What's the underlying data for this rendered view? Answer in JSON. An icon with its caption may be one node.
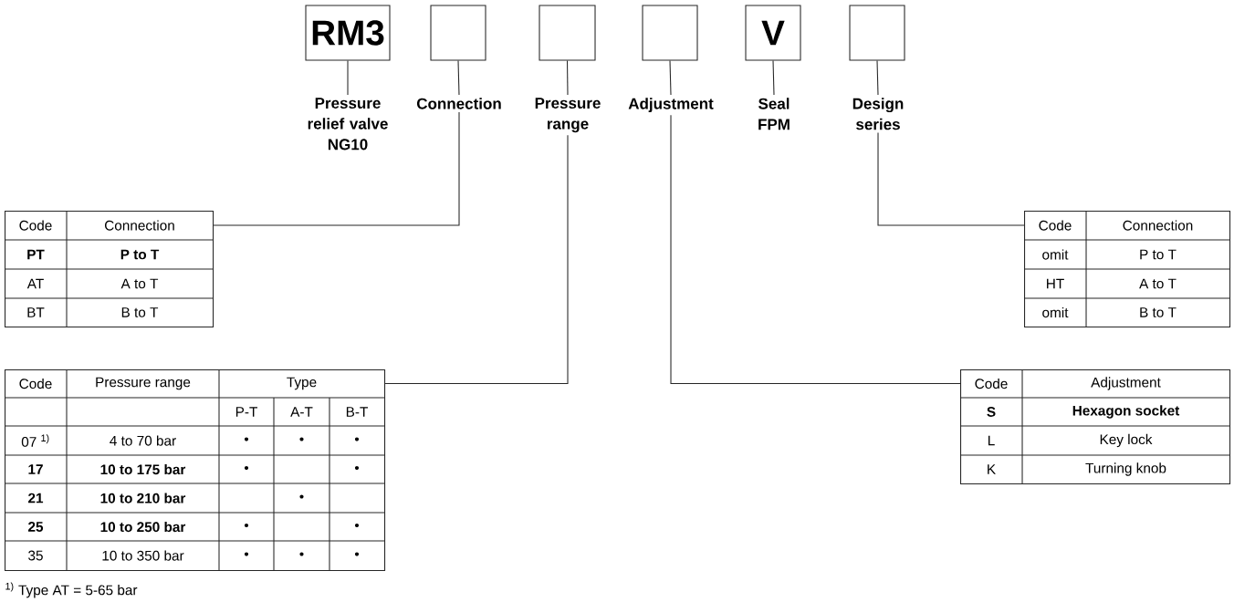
{
  "diagram": {
    "nodes": [
      {
        "text": [
          "RM3"
        ]
      },
      {
        "text": [],
        "shape": "box"
      },
      {
        "text": [],
        "shape": "box"
      },
      {
        "text": [],
        "shape": "box"
      },
      {
        "text": [
          "V"
        ]
      },
      {
        "text": [],
        "shape": "box"
      },
      {
        "text": [
          "Pressure relief valve NG10"
        ]
      },
      {
        "text": [
          "Connection"
        ]
      },
      {
        "text": [
          "Pressure range"
        ]
      },
      {
        "text": [
          "Adjustment"
        ]
      },
      {
        "text": [
          "Seal FPM"
        ]
      },
      {
        "text": [
          "Design series"
        ]
      },
      {
        "text": [
          "Code",
          "Connection",
          "**PT**",
          "**P to T**",
          "AT",
          "A to T",
          "BT",
          "B to T"
        ]
      },
      {
        "text": [
          "Code",
          "Connection",
          "omit",
          "P to T",
          "HT",
          "A to T",
          "omit",
          "B to T"
        ]
      },
      {
        "text": [
          "Code",
          "Pressure range",
          "Type",
          "P-T",
          "A-T",
          "B-T",
          "07 $^{1)}$",
          "4 to 70 bar",
          "•",
          "•",
          "•",
          "**17**",
          "**10 to 175 bar**",
          "•",
          "•",
          "**21**",
          "**10 to 210 bar**",
          "•",
          "**25**",
          "**10 to 250 bar**",
          "•",
          "•",
          "35",
          "10 to 350 bar",
          "•",
          "•",
          "•"
        ],
        "beside": [
          "$^{1)}$ Type AT = 5-65 bar"
        ]
      },
      {
        "text": [
          "Code",
          "Adjustment",
          "**S**",
          "**Hexagon socket**",
          "L",
          "Key lock",
          "K",
          "Turning knob"
        ]
      }
    ],
    "edges": [
      {
        "from": 0,
        "to": 6,
        "arrow": "none"
      },
      {
        "from": 1,
        "to": 7,
        "arrow": "none"
      },
      {
        "from": 2,
        "to": 8,
        "arrow": "none"
      },
      {
        "from": 3,
        "to": 9,
        "arrow": "none"
      },
      {
        "from": 4,
        "to": 10,
        "arrow": "none"
      },
      {
        "from": 5,
        "to": 11,
        "arrow": "none"
      },
      {
        "from": 7,
        "to": 12,
        "arrow": "none"
      },
      {
        "from": 8,
        "to": 14,
        "arrow": "none"
      },
      {
        "from": 9,
        "to": 15,
        "arrow": "none"
      },
      {
        "from": 11,
        "to": 13,
        "arrow": "none"
      }
    ]
  }
}
